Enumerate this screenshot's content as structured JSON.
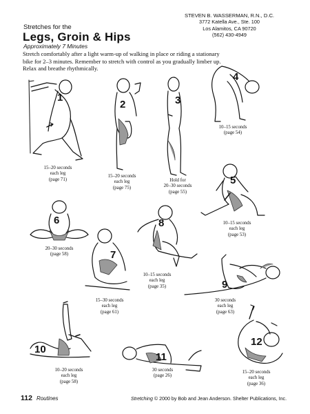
{
  "header": {
    "subtitle": "Stretches for the",
    "title": "Legs, Groin & Hips",
    "duration": "Approximately 7 Minutes",
    "intro": "Stretch comfortably after a light warm-up of walking in place or riding a stationary bike for 2–3 minutes. Remember to stretch with control as you gradually limber up. Relax and breathe rhythmically."
  },
  "address": {
    "name": "STEVEN B. WASSERMAN, R.N., D.C.",
    "street": "3772 Katella Ave., Ste. 100",
    "city": "Los Alamitos, CA  90720",
    "phone": "(562) 430-4949"
  },
  "stretches": [
    {
      "number": "1",
      "line1": "15–20 seconds",
      "line2": "each leg",
      "line3": "(page 71)"
    },
    {
      "number": "2",
      "line1": "15–20 seconds",
      "line2": "each leg",
      "line3": "(page 75)"
    },
    {
      "number": "3",
      "line1": "Hold for",
      "line2": "20–30 seconds",
      "line3": "(page 55)"
    },
    {
      "number": "4",
      "line1": "10–15 seconds",
      "line2": "(page 54)",
      "line3": ""
    },
    {
      "number": "5",
      "line1": "10–15 seconds",
      "line2": "each leg",
      "line3": "(page 53)"
    },
    {
      "number": "6",
      "line1": "20–30 seconds",
      "line2": "(page 58)",
      "line3": ""
    },
    {
      "number": "7",
      "line1": "15–30 seconds",
      "line2": "each leg",
      "line3": "(page 61)"
    },
    {
      "number": "8",
      "line1": "10–15 seconds",
      "line2": "each leg",
      "line3": "(page 35)"
    },
    {
      "number": "9",
      "line1": "30 seconds",
      "line2": "each leg",
      "line3": "(page 63)"
    },
    {
      "number": "10",
      "line1": "10–20 seconds",
      "line2": "each leg",
      "line3": "(page 58)"
    },
    {
      "number": "11",
      "line1": "30 seconds",
      "line2": "(page 26)",
      "line3": ""
    },
    {
      "number": "12",
      "line1": "15–20 seconds",
      "line2": "each leg",
      "line3": "(page 36)"
    }
  ],
  "footer": {
    "page_number": "112",
    "section": "Routines",
    "book": "Stretching",
    "credit": " © 2000 by Bob and Jean Anderson. Shelter Publications, Inc."
  }
}
